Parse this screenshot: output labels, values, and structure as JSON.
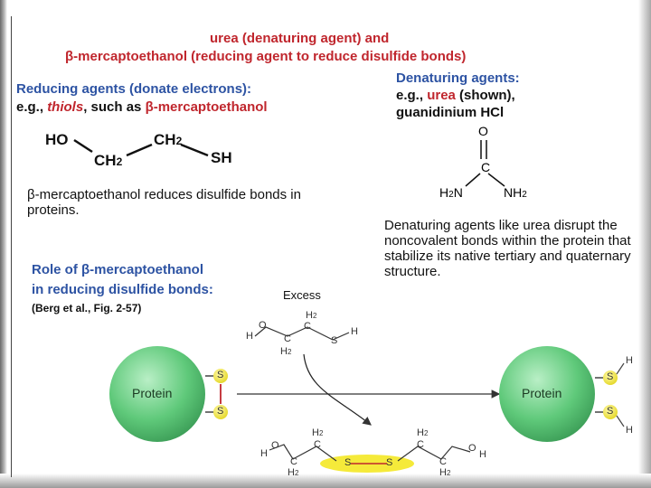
{
  "title": {
    "line1": "urea (denaturing agent) and",
    "line2": "β-mercaptoethanol (reducing agent to reduce disulfide bonds)"
  },
  "reducing": {
    "heading": "Reducing agents (donate electrons):",
    "eg_prefix": "e.g., ",
    "eg_thiols": "thiols",
    "eg_suffix": ", such as ",
    "eg_name": "β-mercaptoethanol",
    "description": "β-mercaptoethanol reduces disulfide bonds in proteins."
  },
  "bme_structure": {
    "ho": "HO",
    "ch2_top": "CH",
    "ch2_bot": "CH",
    "sub2": "2",
    "sh": "SH"
  },
  "denaturing": {
    "heading": "Denaturing agents:",
    "eg_prefix": "e.g., ",
    "eg_urea": "urea",
    "eg_shown": " (shown),",
    "eg_line2": "guanidinium HCl",
    "description": "Denaturing agents like urea disrupt the noncovalent bonds within the protein that stabilize its native tertiary and quaternary structure."
  },
  "urea_structure": {
    "o": "O",
    "c": "C",
    "h2n": "H",
    "n_left": "N",
    "nh2": "NH",
    "sub2": "2"
  },
  "role": {
    "line1": "Role of β-mercaptoethanol",
    "line2": "in reducing disulfide bonds:",
    "citation": "(Berg et al., Fig. 2-57)",
    "excess": "Excess"
  },
  "reaction": {
    "protein_left": "Protein",
    "protein_right": "Protein",
    "s": "S",
    "h": "H",
    "o": "O",
    "c": "C",
    "h2": "H",
    "sub2": "2"
  },
  "colors": {
    "title_red": "#c0262d",
    "heading_blue": "#2d53a3",
    "protein_green": "#5fc97a",
    "sulfur_yellow": "#f5ea3a",
    "disulfide_red": "#c0262d"
  }
}
